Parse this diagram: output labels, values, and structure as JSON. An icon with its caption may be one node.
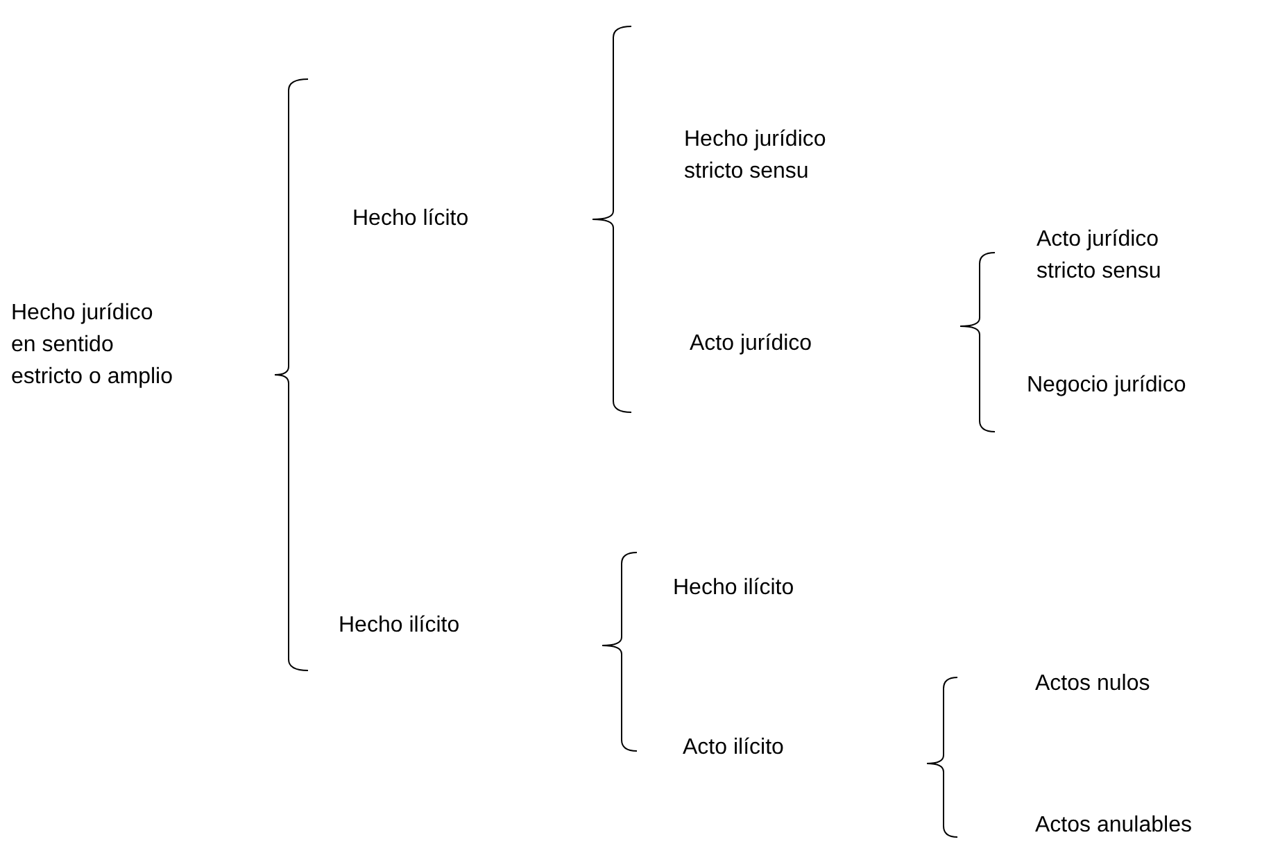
{
  "diagram": {
    "labels": [
      "Hecho jurídico en sentido estricto o amplio",
      "Hecho lícito",
      "Hecho jurídico stricto sensu",
      "Acto jurídico",
      "Acto jurídico stricto sensu",
      "Negocio jurídico",
      "Hecho ilícito",
      "Hecho ilícito",
      "Acto ilícito",
      "Actos nulos",
      "Actos anulables"
    ]
  }
}
